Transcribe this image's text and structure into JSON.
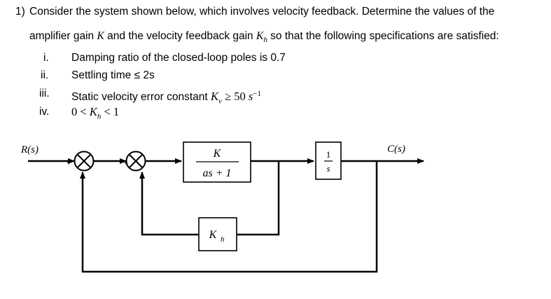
{
  "question": {
    "number": "1)",
    "line1": "Consider the system shown below, which involves velocity feedback. Determine the values of the",
    "line2_a": "amplifier gain ",
    "line2_K": "K",
    "line2_b": " and the velocity feedback gain ",
    "line2_Kh": "K",
    "line2_h": "h",
    "line2_c": " so that the following specifications are satisfied:"
  },
  "specs": [
    {
      "num": "i.",
      "text": "Damping ratio of the closed-loop poles is 0.7"
    },
    {
      "num": "ii.",
      "text": "Settling time ≤ 2s"
    },
    {
      "num": "iii.",
      "text_a": "Static velocity error constant ",
      "K": "K",
      "sub": "v",
      "text_b": " ≥ 50 ",
      "s": "s",
      "sup": "−1"
    },
    {
      "num": "iv.",
      "text_a": "0 < ",
      "K": "K",
      "sub": "h",
      "text_b": " < 1"
    }
  ],
  "diagram": {
    "input_label": "R(s)",
    "output_label": "C(s)",
    "sum1_sign": "+",
    "sum2_sign": "+",
    "plant_num": "K",
    "plant_den": "as + 1",
    "integrator_num": "1",
    "integrator_den": "s",
    "feedback_gain": "K",
    "feedback_gain_sub": "h"
  }
}
